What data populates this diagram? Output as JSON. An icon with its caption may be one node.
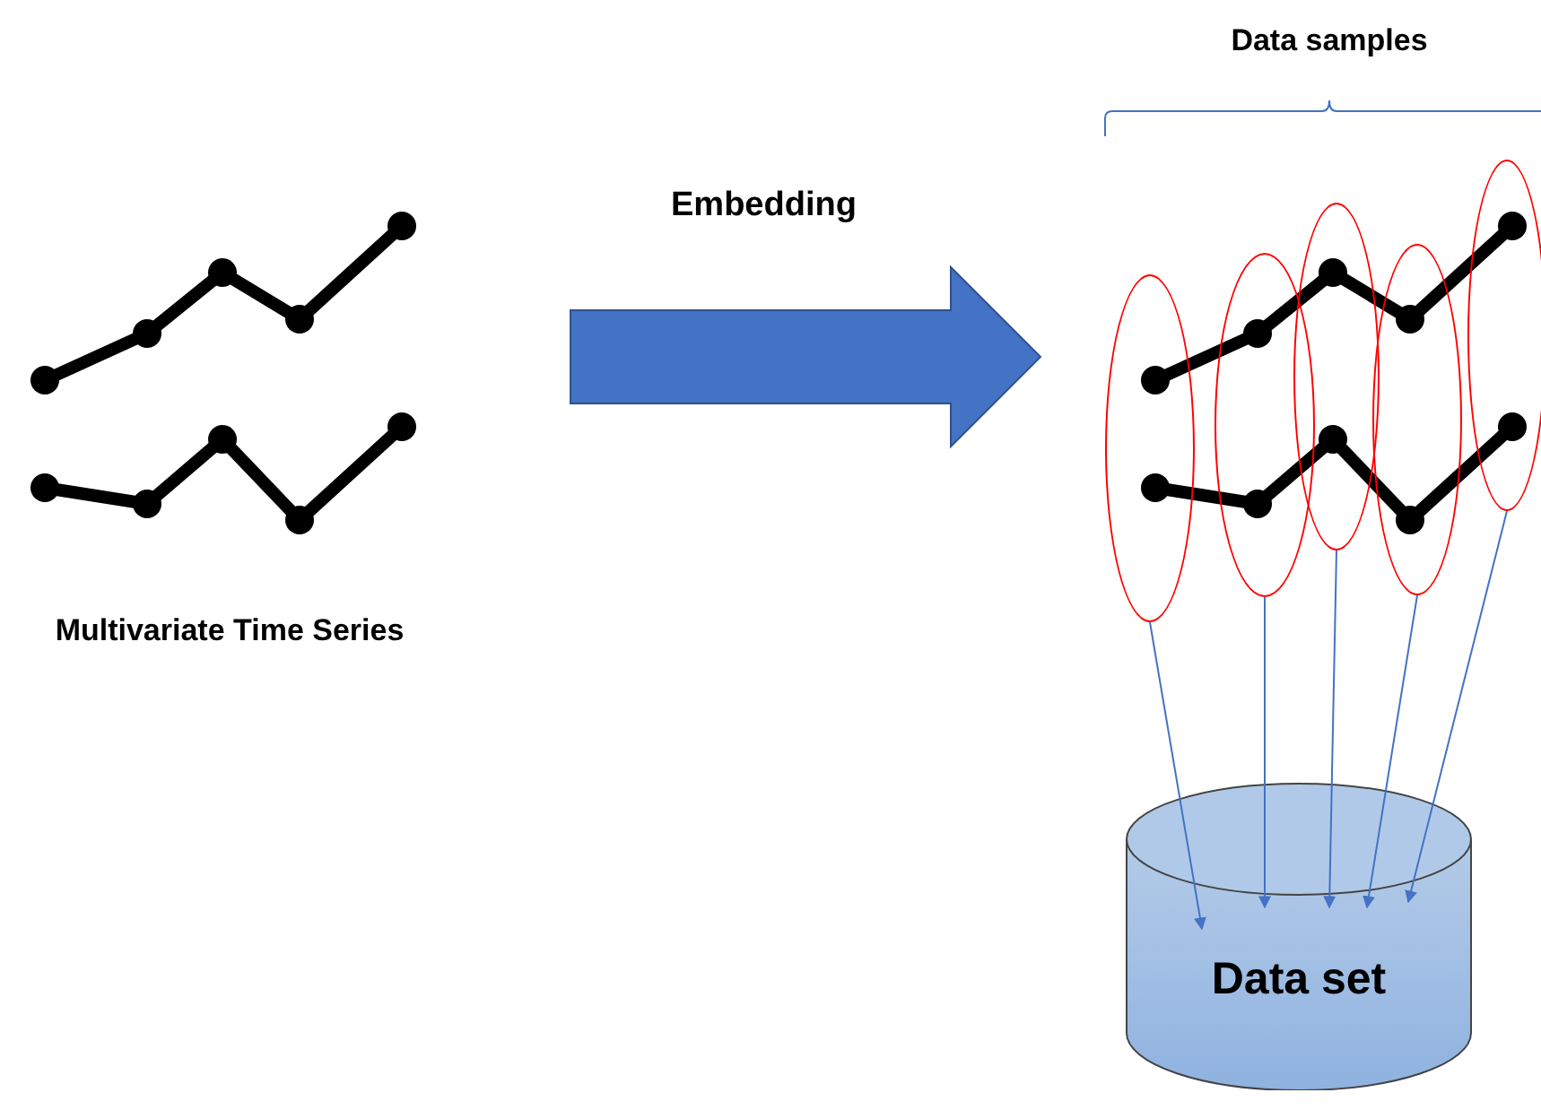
{
  "diagram": {
    "nodes": [
      {
        "text": [
          "Multivariate Time Series"
        ]
      },
      {
        "text": [
          "Data samples"
        ]
      },
      {
        "text": [],
        "shape": "ellipse"
      },
      {
        "text": [],
        "shape": "ellipse"
      },
      {
        "text": [],
        "shape": "ellipse"
      },
      {
        "text": [],
        "shape": "ellipse"
      },
      {
        "text": [],
        "shape": "ellipse"
      },
      {
        "text": [
          "Data set"
        ]
      }
    ],
    "edges": [
      {
        "from": 0,
        "to": 1,
        "arrow": "to",
        "label": "Embedding",
        "style": "thick"
      },
      {
        "from": 2,
        "to": 7,
        "arrow": "to"
      },
      {
        "from": 3,
        "to": 7,
        "arrow": "to"
      },
      {
        "from": 4,
        "to": 7,
        "arrow": "to"
      },
      {
        "from": 5,
        "to": 7,
        "arrow": "to"
      },
      {
        "from": 6,
        "to": 7,
        "arrow": "to"
      }
    ]
  }
}
